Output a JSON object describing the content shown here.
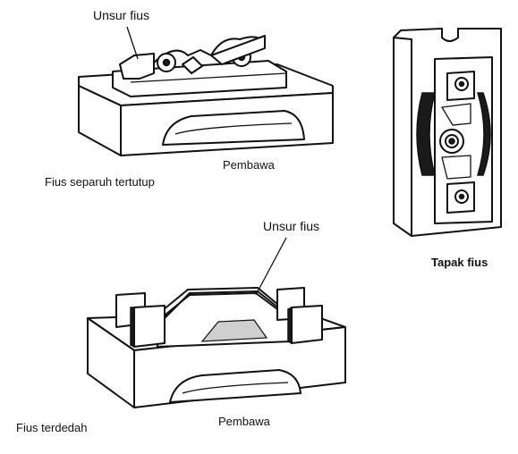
{
  "labels": {
    "top_fuse_element": "Unsur fius",
    "top_carrier": "Pembawa",
    "top_caption": "Fius separuh tertutup",
    "bottom_fuse_element": "Unsur fius",
    "fuse_base": "Tapak fius",
    "bottom_carrier": "Pembawa",
    "bottom_caption": "Fius terdedah"
  },
  "colors": {
    "ink": "#111111",
    "background": "#ffffff"
  }
}
